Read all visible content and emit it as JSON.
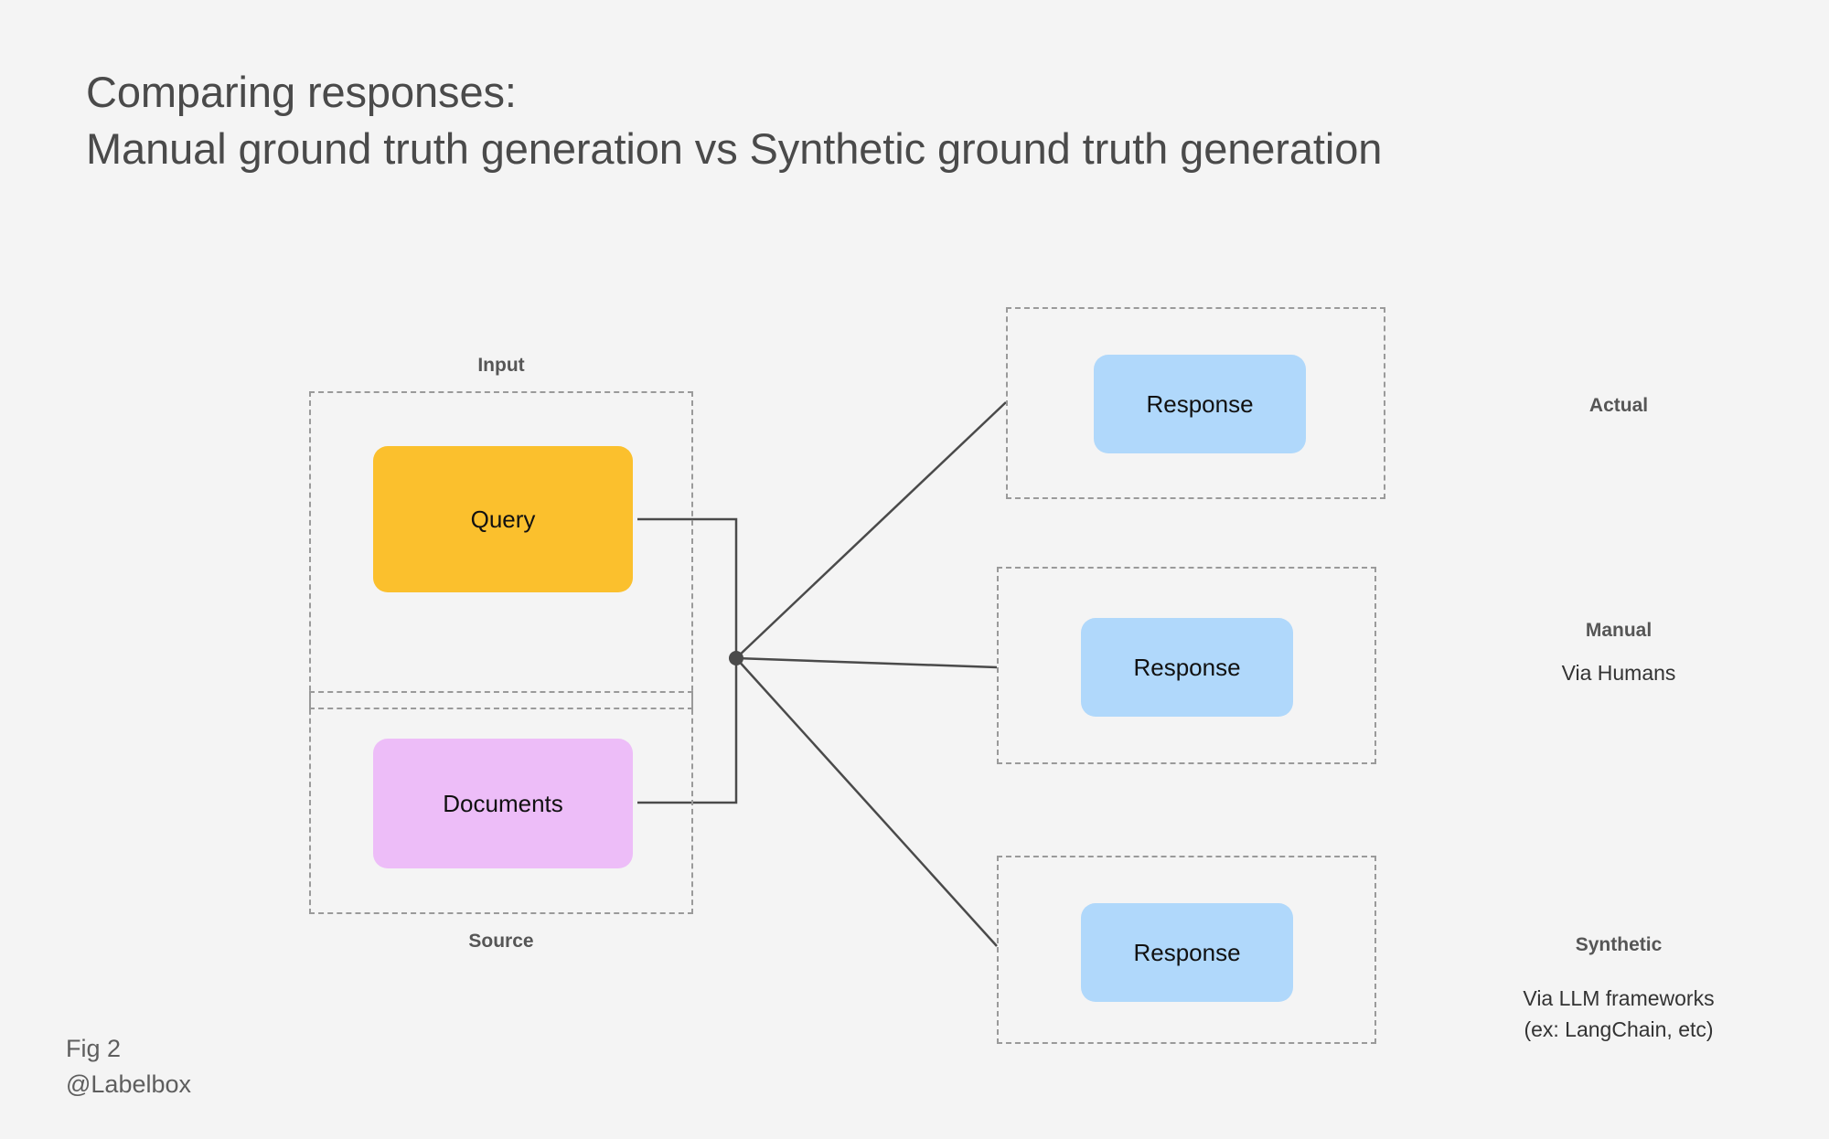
{
  "title": {
    "line1": "Comparing responses:",
    "line2": "Manual ground truth generation vs Synthetic ground truth generation"
  },
  "colors": {
    "background": "#f4f4f4",
    "query_fill": "#fbc02d",
    "documents_fill": "#edbdf8",
    "response_fill": "#b0d8fb",
    "dashed_border": "#9a9a9a",
    "connector": "#4a4a4a",
    "title_text": "#4a4a4a",
    "caption_text": "#565656"
  },
  "left": {
    "input_caption": "Input",
    "source_caption": "Source",
    "query_label": "Query",
    "documents_label": "Documents"
  },
  "responses": [
    {
      "label": "Response",
      "annotation_title": "Actual",
      "annotation_sub_line1": "",
      "annotation_sub_line2": ""
    },
    {
      "label": "Response",
      "annotation_title": "Manual",
      "annotation_sub_line1": "Via Humans",
      "annotation_sub_line2": ""
    },
    {
      "label": "Response",
      "annotation_title": "Synthetic",
      "annotation_sub_line1": "Via LLM frameworks",
      "annotation_sub_line2": "(ex: LangChain, etc)"
    }
  ],
  "footer": {
    "figure": "Fig 2",
    "handle": "@Labelbox"
  }
}
